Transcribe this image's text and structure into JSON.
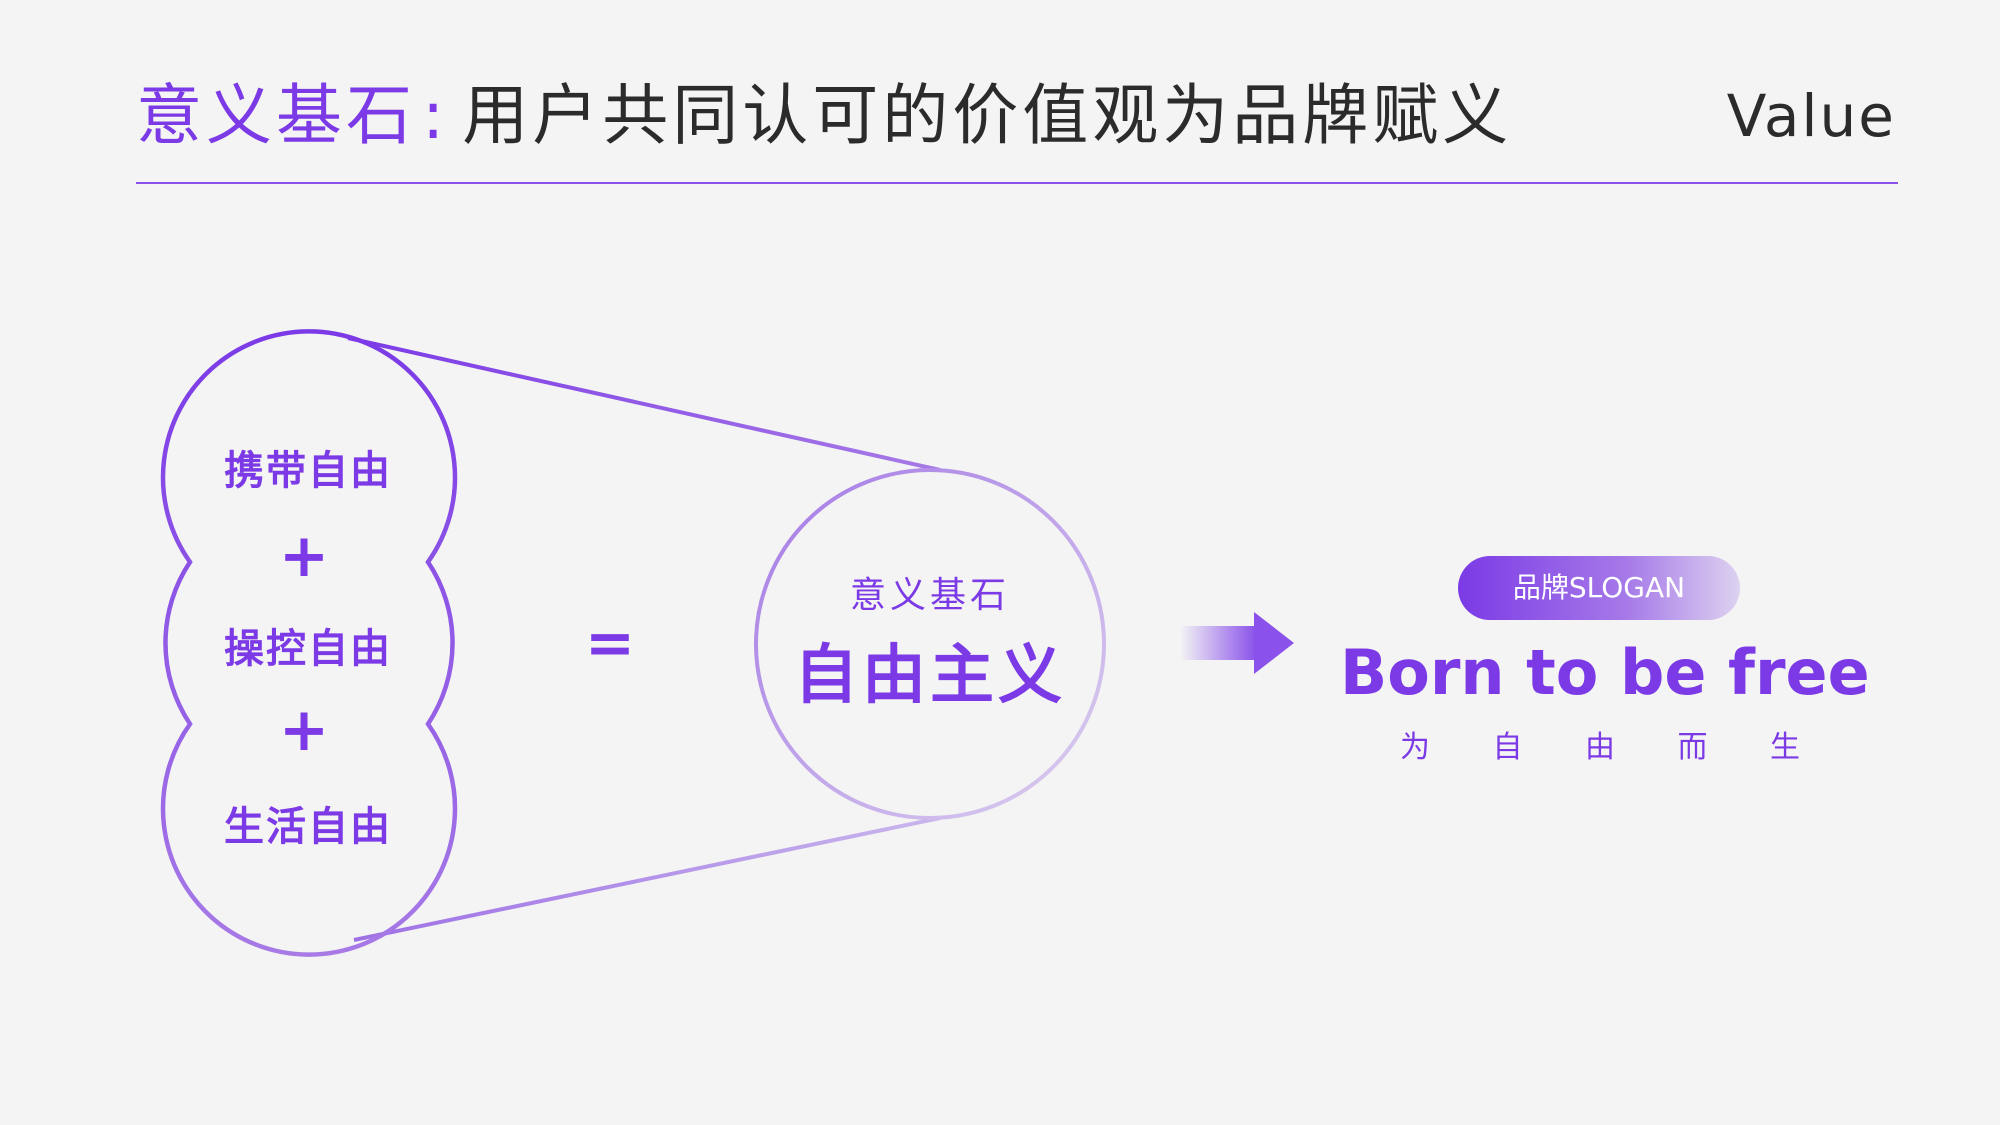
{
  "header": {
    "title_accent": "意义基石",
    "title_colon": ":",
    "title_rest": "用户共同认可的价值观为品牌赋义",
    "tag": "Value"
  },
  "diagram": {
    "stack_items": [
      "携带自由",
      "操控自由",
      "生活自由"
    ],
    "plus": "+",
    "equals": "=",
    "result_sub": "意义基石",
    "result_main": "自由主义"
  },
  "slogan": {
    "badge": "品牌SLOGAN",
    "english": "Born to be free",
    "chinese_chars": [
      "为",
      "自",
      "由",
      "而",
      "生"
    ]
  },
  "colors": {
    "accent": "#7b3ae6",
    "text_dark": "#2b2b2b",
    "background": "#f4f4f4"
  }
}
